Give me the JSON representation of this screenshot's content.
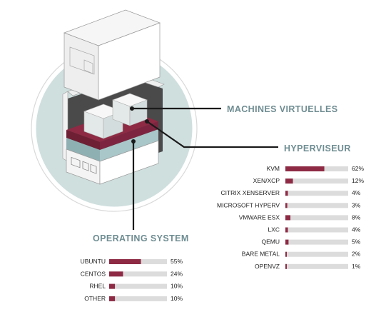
{
  "labels": {
    "virtual_machines": "MACHINES  VIRTUELLES",
    "hypervisor": "HYPERVISEUR",
    "operating_system": "OPERATING SYSTEM"
  },
  "colors": {
    "accent": "#8e2a44",
    "track": "#dcdcdc",
    "title": "#6f8d92",
    "circle": "#cfdfde",
    "line": "#1a1a1a"
  },
  "chart_data": [
    {
      "type": "bar",
      "orientation": "horizontal",
      "categories": [
        "KVM",
        "XEN/XCP",
        "CITRIX XENSERVER",
        "MICROSOFT HYPERV",
        "VMWARE ESX",
        "LXC",
        "QEMU",
        "BARE METAL",
        "OPENVZ"
      ],
      "values": [
        62,
        12,
        4,
        3,
        8,
        4,
        5,
        2,
        1
      ],
      "value_labels": [
        "62%",
        "12%",
        "4%",
        "3%",
        "8%",
        "4%",
        "5%",
        "2%",
        "1%"
      ],
      "xlim": [
        0,
        100
      ],
      "title": "HYPERVISEUR"
    },
    {
      "type": "bar",
      "orientation": "horizontal",
      "categories": [
        "UBUNTU",
        "CENTOS",
        "RHEL",
        "OTHER"
      ],
      "values": [
        55,
        24,
        10,
        10
      ],
      "value_labels": [
        "55%",
        "24%",
        "10%",
        "10%"
      ],
      "xlim": [
        0,
        100
      ],
      "title": "OPERATING SYSTEM"
    }
  ]
}
